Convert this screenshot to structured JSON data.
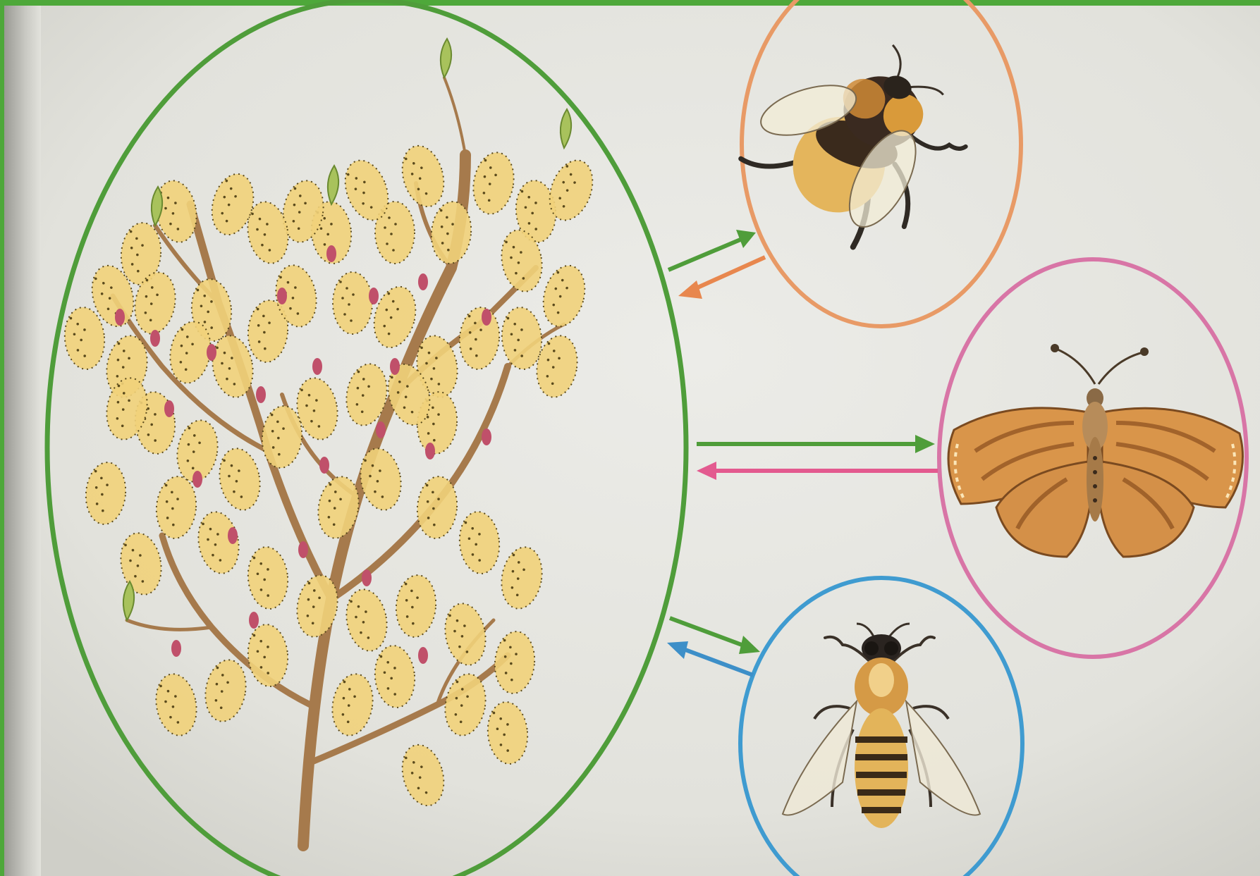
{
  "diagram": {
    "kind": "pollination-diagram",
    "colors": {
      "frame": "#4ea83a",
      "paper": "#e6e6e1",
      "paper_shadow": "#bdbdb6",
      "plant_ring": "#4f9d3a",
      "bumblebee_ring": "#e89a66",
      "butterfly_ring": "#d875a6",
      "honeybee_ring": "#3f9bd0",
      "plant_arrow": "#4f9d3a",
      "bumblebee_arrow": "#e8874e",
      "butterfly_arrow": "#e35a8f",
      "honeybee_arrow": "#3d8fc8",
      "catkin": "#f1d27a",
      "catkin_dots": "#5a4a1c",
      "branch": "#a67a4c",
      "bud": "#c0506a"
    },
    "nodes": [
      {
        "id": "willow",
        "icon": "willow-branch-icon"
      },
      {
        "id": "bumblebee",
        "icon": "bumblebee-icon"
      },
      {
        "id": "butterfly",
        "icon": "butterfly-icon"
      },
      {
        "id": "honeybee",
        "icon": "honeybee-icon"
      }
    ],
    "links": [
      {
        "from": "willow",
        "to": "bumblebee"
      },
      {
        "from": "bumblebee",
        "to": "willow"
      },
      {
        "from": "willow",
        "to": "butterfly"
      },
      {
        "from": "butterfly",
        "to": "willow"
      },
      {
        "from": "willow",
        "to": "honeybee"
      },
      {
        "from": "honeybee",
        "to": "willow"
      }
    ]
  }
}
